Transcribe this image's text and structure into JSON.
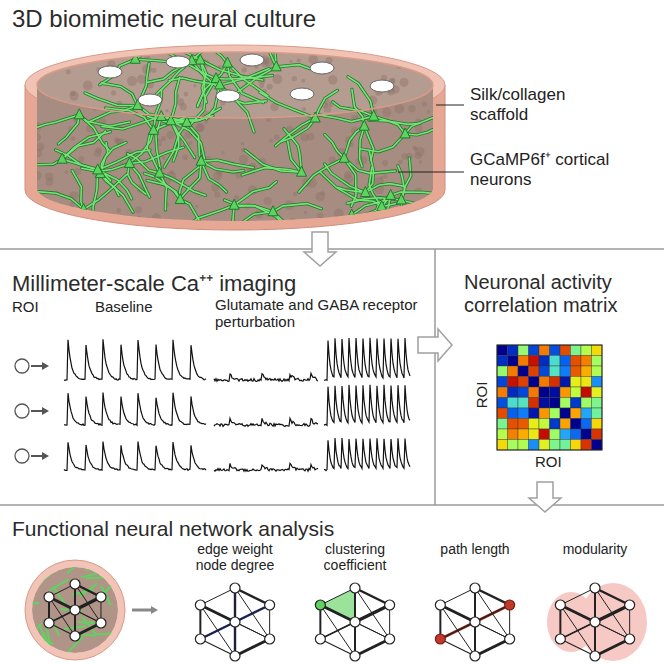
{
  "diagram": {
    "nodes": [
      {
        "text": [
          "3D biomimetic neural culture"
        ]
      },
      {
        "text": [
          "Millimeter-scale Ca⁺⁺ imaging"
        ]
      },
      {
        "text": [
          "Neuronal activity correlation matrix"
        ]
      },
      {
        "text": [
          "Functional neural network analysis"
        ]
      }
    ],
    "edges": [
      {
        "from": 0,
        "to": 1,
        "arrow": "to"
      },
      {
        "from": 1,
        "to": 2,
        "arrow": "to"
      },
      {
        "from": 2,
        "to": 3,
        "arrow": "to"
      }
    ],
    "labels": [
      "Silk/collagen scaffold",
      "GCaMP6f⁺ cortical neurons",
      "ROI",
      "Baseline",
      "Glutamate and GABA receptor perturbation",
      "ROI",
      "ROI",
      "edge weight node degree",
      "clustering coefficient",
      "path length",
      "modularity"
    ]
  }
}
